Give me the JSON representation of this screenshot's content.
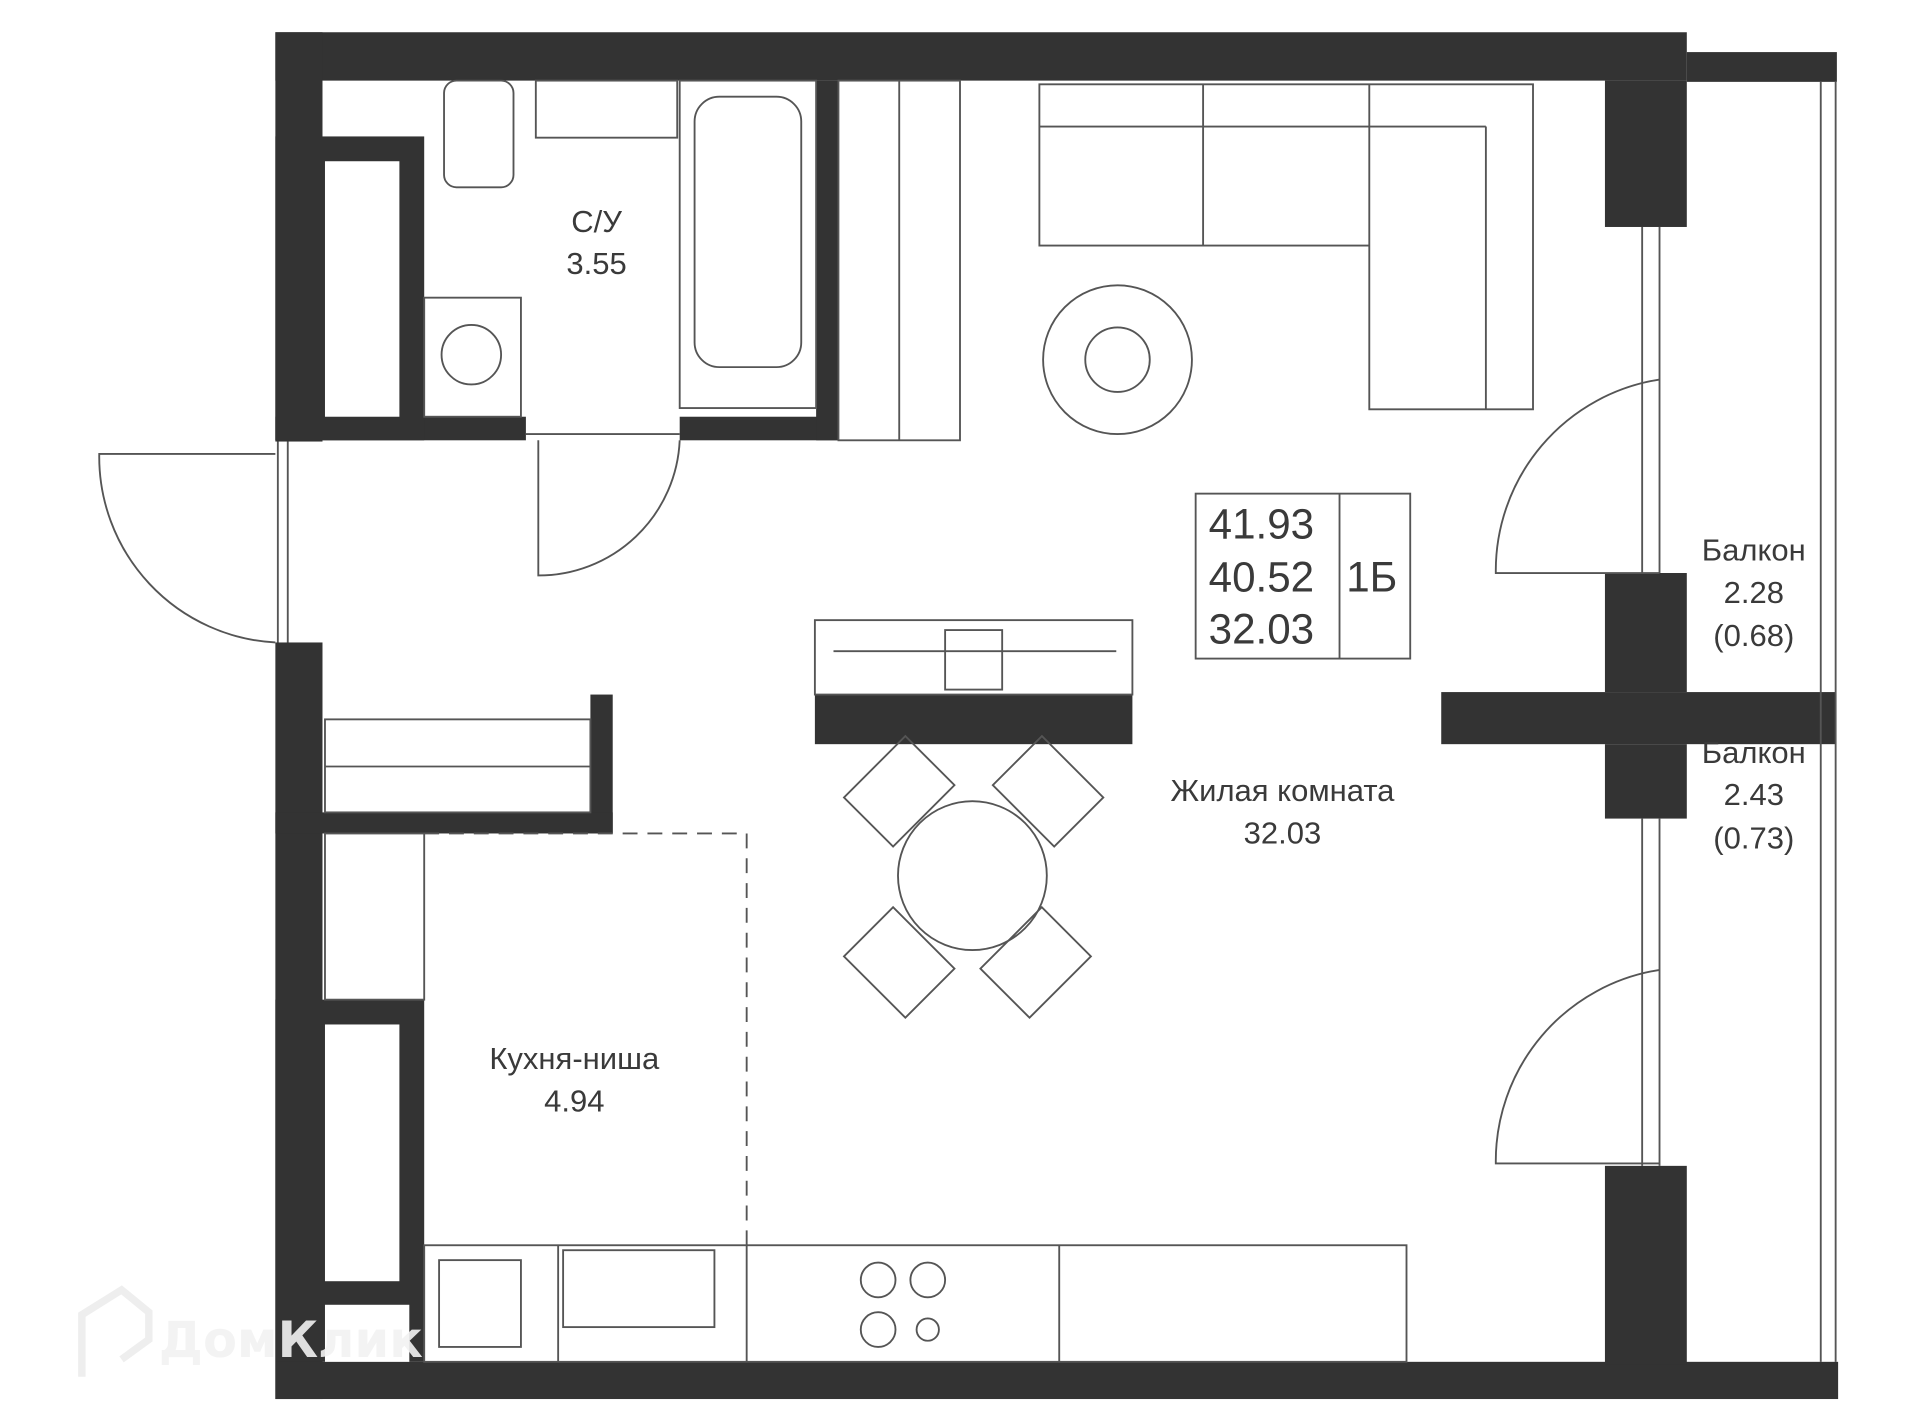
{
  "rooms": {
    "bathroom": {
      "name": "С/У",
      "area": "3.55"
    },
    "living": {
      "name": "Жилая комната",
      "area": "32.03"
    },
    "kitchen": {
      "name": "Кухня-ниша",
      "area": "4.94"
    },
    "balcony1": {
      "name": "Балкон",
      "area": "2.28",
      "reduced": "(0.68)"
    },
    "balcony2": {
      "name": "Балкон",
      "area": "2.43",
      "reduced": "(0.73)"
    }
  },
  "summary": {
    "total": "41.93",
    "without_balcony": "40.52",
    "living": "32.03",
    "type": "1Б"
  },
  "watermark": "ДомКлик",
  "colors": {
    "wall": "#333333",
    "line": "#555555"
  }
}
